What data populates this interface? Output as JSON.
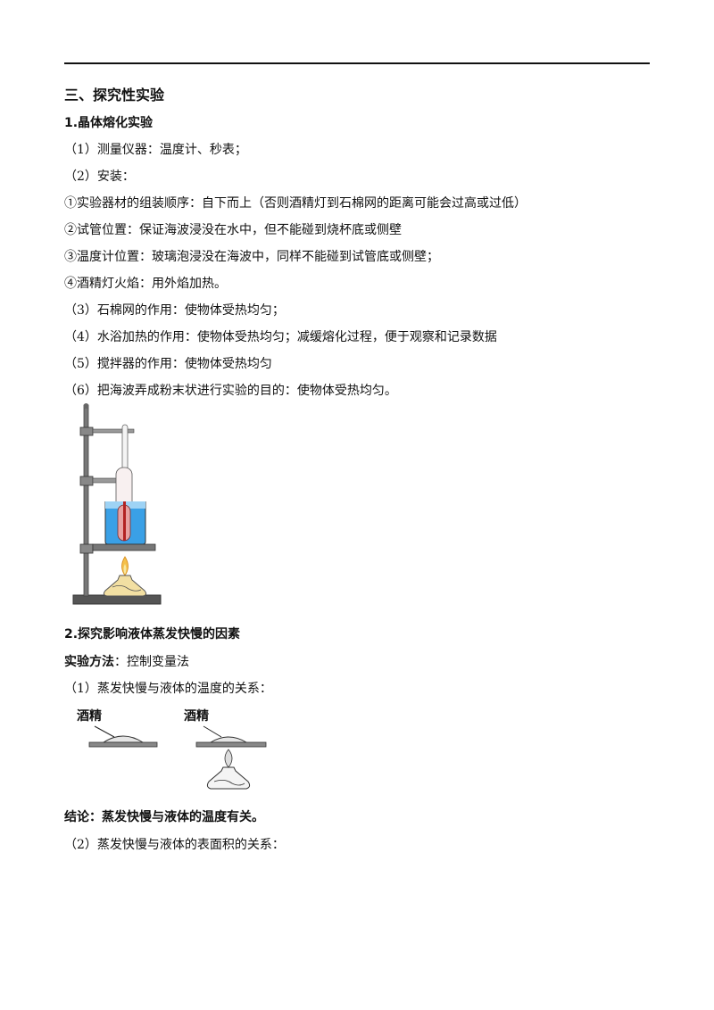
{
  "section_title": "三、探究性实验",
  "part1": {
    "title": "1.晶体熔化实验",
    "lines": [
      "（1）测量仪器：温度计、秒表；",
      "（2）安装：",
      "①实验器材的组装顺序：自下而上（否则酒精灯到石棉网的距离可能会过高或过低）",
      "②试管位置：保证海波浸没在水中，但不能碰到烧杯底或侧壁",
      "③温度计位置：玻璃泡浸没在海波中，同样不能碰到试管底或侧壁；",
      "④酒精灯火焰：用外焰加热。",
      "（3）石棉网的作用：使物体受热均匀；",
      "（4）水浴加热的作用：使物体受热均匀；减缓熔化过程，便于观察和记录数据",
      "（5）搅拌器的作用：使物体受热均匀",
      "（6）把海波弄成粉末状进行实验的目的：使物体受热均匀。"
    ]
  },
  "part2": {
    "title": "2.探究影响液体蒸发快慢的因素",
    "method_label": "实验方法",
    "method_value": "：控制变量法",
    "item1": "（1）蒸发快慢与液体的温度的关系：",
    "figure_label_left": "酒精",
    "figure_label_right": "酒精",
    "conclusion": "结论：蒸发快慢与液体的温度有关。",
    "item2": "（2）蒸发快慢与液体的表面积的关系："
  }
}
